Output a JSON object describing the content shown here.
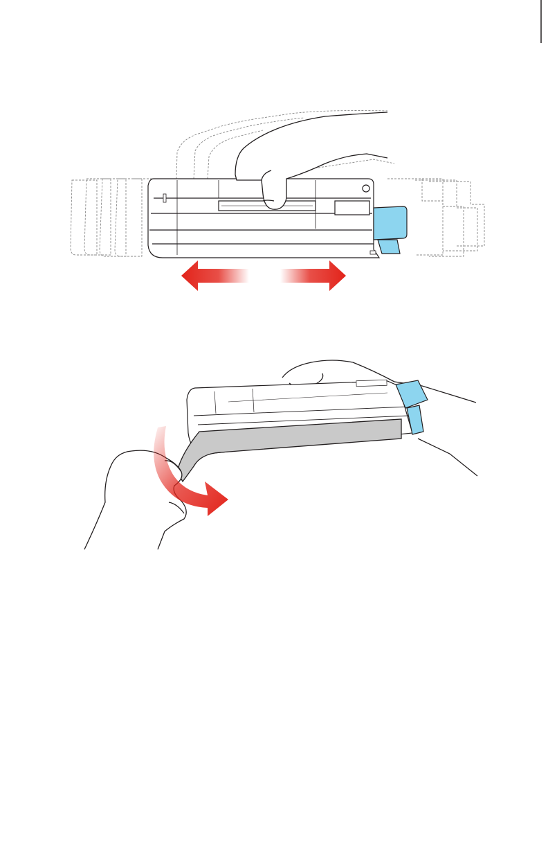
{
  "page": {
    "margin_marker": "vertical-rule"
  },
  "figures": [
    {
      "id": "shake-cartridge",
      "elements": [
        "hand-icon",
        "toner-cartridge",
        "motion-ghosts",
        "double-arrow-icon"
      ]
    },
    {
      "id": "remove-tape",
      "elements": [
        "hand-icon",
        "hand-icon",
        "toner-cartridge",
        "protective-tape",
        "curved-arrow-icon"
      ]
    }
  ],
  "colors": {
    "accent_arrow": "#e2231a",
    "cartridge_tab": "#8dd5ef",
    "tape": "#c9c9c9",
    "line": "#231f20"
  }
}
